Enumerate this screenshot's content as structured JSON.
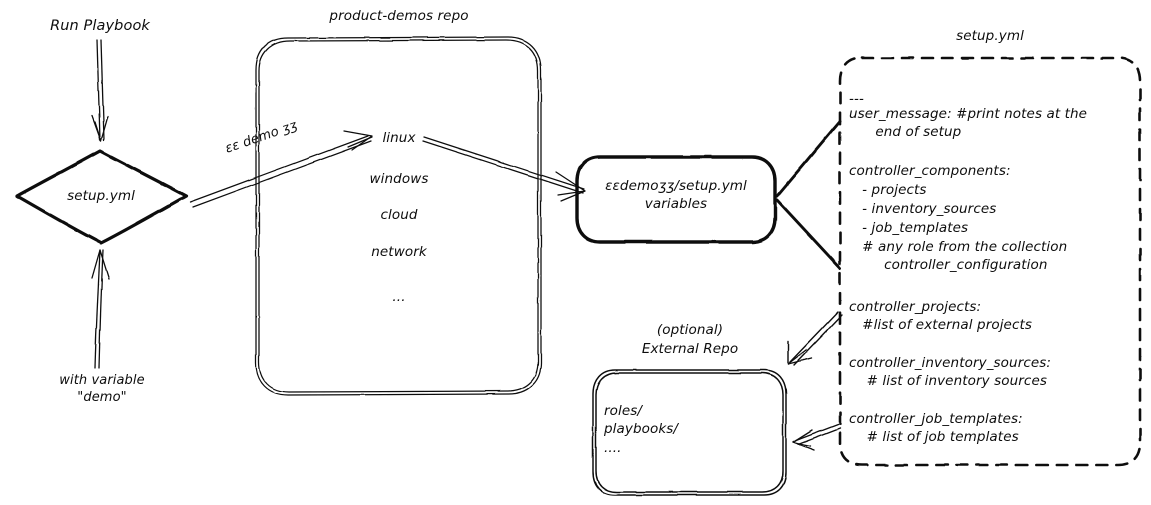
{
  "diagram": {
    "title_hidden": "",
    "stroke_color": "#101010",
    "background": "#ffffff"
  },
  "left": {
    "run_playbook_label": "Run Playbook",
    "decision_label": "setup.yml",
    "with_variable_line1": "with variable",
    "with_variable_line2": "\"demo\""
  },
  "repo": {
    "title": "product-demos repo",
    "items": [
      {
        "label": "linux"
      },
      {
        "label": "windows"
      },
      {
        "label": "cloud"
      },
      {
        "label": "network"
      },
      {
        "label": "..."
      }
    ],
    "edge_label": "εε demo ʒʒ"
  },
  "center_box": {
    "line1": "εεdemoʒʒ/setup.yml",
    "line2": "variables"
  },
  "external_repo": {
    "caption_line1": "(optional)",
    "caption_line2": "External Repo",
    "lines": [
      "roles/",
      "playbooks/",
      "...."
    ]
  },
  "setup_panel": {
    "title": "setup.yml",
    "lines": [
      "---",
      "user_message: #print notes at the",
      "      end of setup",
      "",
      "controller_components:",
      "   - projects",
      "   - inventory_sources",
      "   - job_templates",
      "   # any role from the collection",
      "        controller_configuration",
      "",
      "controller_projects:",
      "   #list of external projects",
      "",
      "controller_inventory_sources:",
      "    # list of inventory sources",
      "",
      "controller_job_templates:",
      "    # list of job templates"
    ]
  }
}
